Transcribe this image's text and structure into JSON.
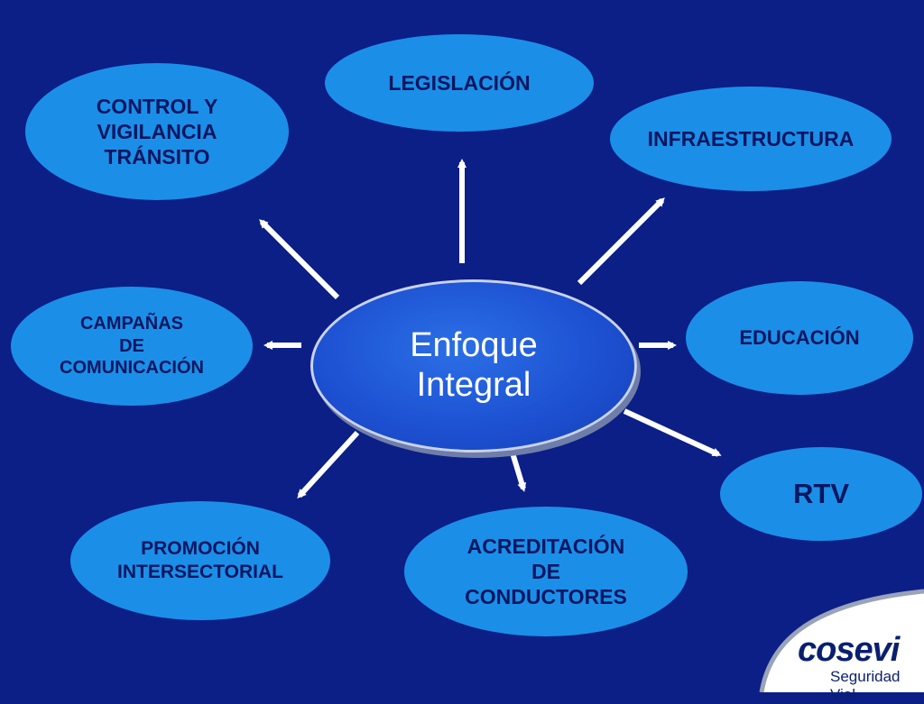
{
  "center": {
    "label": "Enfoque\nIntegral"
  },
  "nodes": {
    "legislacion": "LEGISLACIÓN",
    "control": "CONTROL Y\nVIGILANCIA\nTRÁNSITO",
    "infraestructura": "INFRAESTRUCTURA",
    "campanas": "CAMPAÑAS\nDE\nCOMUNICACIÓN",
    "educacion": "EDUCACIÓN",
    "rtv": "RTV",
    "promocion": "PROMOCIÓN\nINTERSECTORIAL",
    "acreditacion": "ACREDITACIÓN\nDE\nCONDUCTORES"
  },
  "logo": {
    "brand": "cosevi",
    "tagline": "Seguridad Vial"
  },
  "colors": {
    "background": "#0b1f87",
    "node_fill": "#1b8fe8",
    "node_text": "#0a1660",
    "arrow": "#ffffff"
  }
}
